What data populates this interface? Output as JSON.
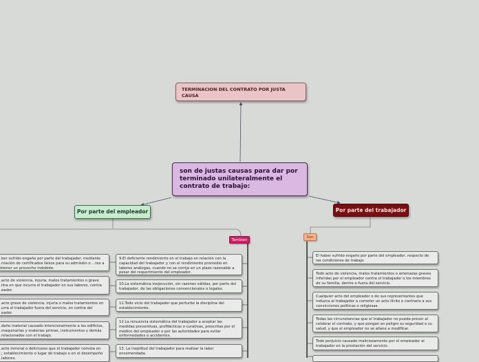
{
  "title_node": {
    "text": "TERMINACION DEL CONTRATO POR JUSTA CAUSA"
  },
  "central_node": {
    "text": "son de justas causas para dar por terminado unilateralmente el contrato de trabajo:"
  },
  "left_branch": {
    "label": "Por parte del empleador",
    "tag": "Tambien",
    "col1": [
      "...ber sufrido engaño por parte del trabajador, mediante ...ntación de certificados falsos para su admisión o ...tes a obtener un provecho indebido.",
      "...acto de violencia, injuria, malos tratamientos o grave ...lina en que incurra el trabajador en sus labores, contra ...eador.",
      "...acto grave de violencia, injuria o malos tratamientos en ...urra el trabajador fuera del servicio, en contra del ...eador.",
      "...daño material causado intencionalmente a los edificios, ...maquinarias y materias primas, instrumentos y demás ...relacionados con el trabajo.",
      "...acto inmoral o delictuoso que el trabajador cometa en ...; establecimiento o lugar de trabajo o en el desempeño ...labores."
    ],
    "col2": [
      "9.El deficiente rendimiento en el trabajo en relación con la capacidad del trabajador y con el rendimiento promedio en labores análogas, cuando no se corrija en un plazo razonable a pesar del requerimiento del empleador.",
      "10.La sistemática inejecución, sin razones válidas, por parte del trabajador, de las obligaciones convencionales o legales.",
      "11.Todo vicio del trabajador que perturbe la disciplina del establecimiento.",
      "12.La renuencia sistemática del trabajador a aceptar las medidas preventivas, profilácticas o curativas, prescritas por el médico del empleador  o por las autoridades para evitar enfermedades o accidentes.",
      "13. La ineptitud del trabajador para realizar la labor encomendada."
    ]
  },
  "right_branch": {
    "label": "Por parte del trabajador",
    "tag": "Son",
    "items": [
      "El haber sufrido engaño por parte del empleador, respecto de las condiciones de trabajo.",
      "Todo acto de violencia, malos tratamientos o amenazas graves inferidas por el empleador contra el trabajador o los miembros de su familia, dentro o fuera del servicio.",
      "Cualquier acto del empleador o de sus representantes que induzca al trabajador a cometer un acto ilícito o contrario a sus convicciones políticas o religiosas.",
      "Todas las circunstancias que el trabajador no pueda prever al celebrar el contrato, y que pongan en peligro su seguridad o su salud, y que el empleador no se allane a modificar.",
      "Todo perjuicio causado maliciosamente por el empleador al trabajador en la prestación del servicio.",
      ""
    ]
  },
  "colors": {
    "title_fill": "#e9c5c8",
    "central_fill": "#d9b8e2",
    "left_branch_fill": "#c8ecd0",
    "right_branch_fill": "#7a0f12",
    "tambien_tag": "#d61a64",
    "son_tag": "#f7b38a",
    "leaf_fill": "#eaeaea",
    "link_color": "#4a4a66"
  }
}
